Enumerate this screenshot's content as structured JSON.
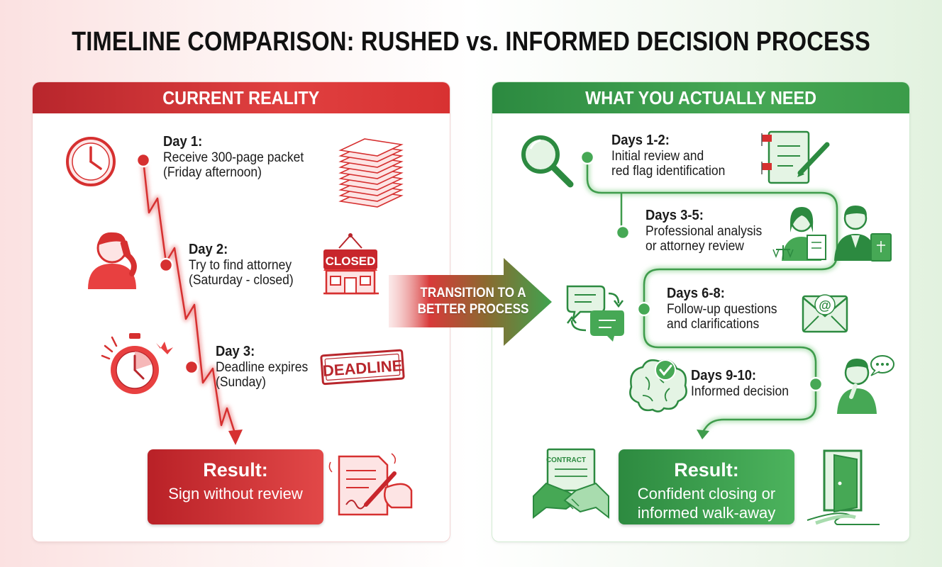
{
  "title": "TIMELINE COMPARISON: RUSHED vs. INFORMED DECISION PROCESS",
  "left": {
    "header": "CURRENT REALITY",
    "steps": [
      {
        "title": "Day 1:",
        "desc": "Receive 300-page packet\n(Friday afternoon)"
      },
      {
        "title": "Day 2:",
        "desc": "Try to find attorney\n(Saturday - closed)"
      },
      {
        "title": "Day 3:",
        "desc": "Deadline expires\n(Sunday)"
      }
    ],
    "sign_closed": "CLOSED",
    "stamp_deadline": "DEADLINE",
    "result_label": "Result:",
    "result_value": "Sign without review"
  },
  "transition": "TRANSITION TO A BETTER PROCESS",
  "right": {
    "header": "WHAT YOU ACTUALLY NEED",
    "steps": [
      {
        "title": "Days 1-2:",
        "desc": "Initial review and\nred flag identification"
      },
      {
        "title": "Days 3-5:",
        "desc": "Professional analysis\nor attorney review"
      },
      {
        "title": "Days 6-8:",
        "desc": "Follow-up questions\nand clarifications"
      },
      {
        "title": "Days 9-10:",
        "desc": "Informed decision"
      }
    ],
    "contract_label": "CONTRACT",
    "result_label": "Result:",
    "result_value": "Confident closing or\ninformed walk-away"
  },
  "colors": {
    "red": "#d83232",
    "dark_red": "#b8262c",
    "green": "#46a855",
    "dark_green": "#2c8a40"
  }
}
